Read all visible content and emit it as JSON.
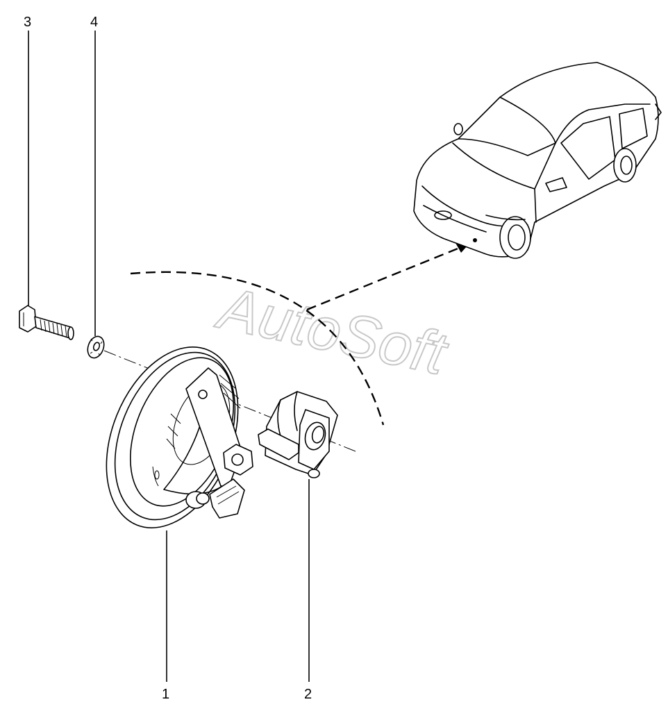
{
  "watermark": "AutoSoft",
  "callouts": [
    "3",
    "4",
    "1",
    "2"
  ],
  "parts": [
    {
      "number": "1",
      "name": "horn"
    },
    {
      "number": "2",
      "name": "horn-bracket"
    },
    {
      "number": "3",
      "name": "bolt"
    },
    {
      "number": "4",
      "name": "washer"
    }
  ]
}
